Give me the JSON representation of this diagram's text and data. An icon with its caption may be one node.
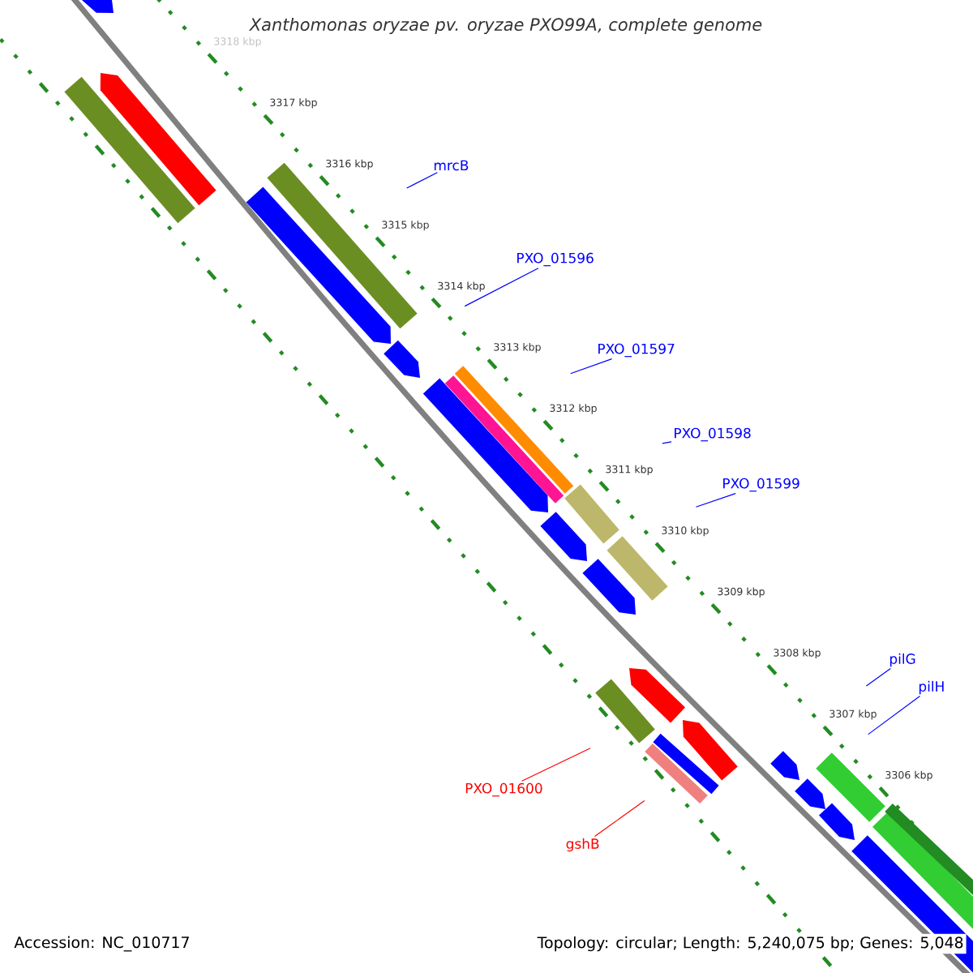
{
  "diagram": {
    "title": "Xanthomonas oryzae pv. oryzae PXO99A, complete genome",
    "nodes": [
      {
        "text": [
          "mrcB"
        ]
      },
      {
        "text": [
          "PXO_01596"
        ]
      },
      {
        "text": [
          "PXO_01597"
        ]
      },
      {
        "text": [
          "PXO_01598"
        ]
      },
      {
        "text": [
          "PXO_01599"
        ]
      },
      {
        "text": [
          "pilG"
        ]
      },
      {
        "text": [
          "pilH"
        ]
      },
      {
        "text": [
          "PXO_01600"
        ]
      },
      {
        "text": [
          "gshB"
        ]
      }
    ],
    "edges": [
      {
        "from": 0,
        "to": null,
        "arrow": "none"
      },
      {
        "from": 1,
        "to": null,
        "arrow": "none"
      },
      {
        "from": 2,
        "to": null,
        "arrow": "none"
      },
      {
        "from": 3,
        "to": null,
        "arrow": "none"
      },
      {
        "from": 4,
        "to": null,
        "arrow": "none"
      },
      {
        "from": 5,
        "to": null,
        "arrow": "none"
      },
      {
        "from": 6,
        "to": null,
        "arrow": "none"
      },
      {
        "from": 7,
        "to": null,
        "arrow": "none",
        "color": "#ff0000"
      },
      {
        "from": 8,
        "to": null,
        "arrow": "none",
        "color": "#ff0000"
      }
    ],
    "labels": [
      "3318 kbp",
      "3317 kbp",
      "3316 kbp",
      "3315 kbp",
      "3314 kbp",
      "3313 kbp",
      "3312 kbp",
      "3311 kbp",
      "3310 kbp",
      "3309 kbp",
      "3308 kbp",
      "3307 kbp",
      "3306 kbp",
      "Accession: NC_010717",
      "Topology: circular; Length: 5,240,075 bp; Genes: 5,048"
    ]
  }
}
